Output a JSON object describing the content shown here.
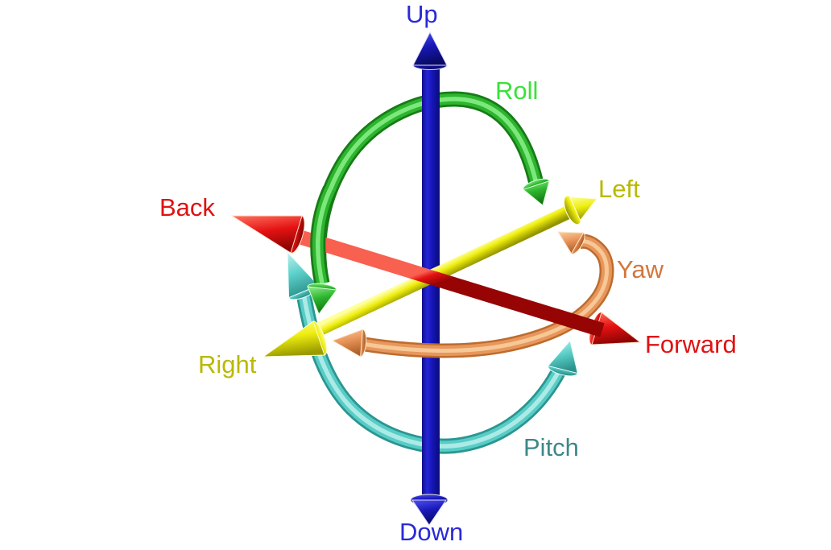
{
  "background_color": "#ffffff",
  "axes": {
    "vertical": {
      "positive_label": "Up",
      "negative_label": "Down",
      "arrow_color": "#1818c0",
      "label_color": "#2a2ad6"
    },
    "longitudinal": {
      "positive_label": "Forward",
      "negative_label": "Back",
      "arrow_color": "#e41212",
      "label_color": "#e01212"
    },
    "lateral": {
      "positive_label": "Left",
      "negative_label": "Right",
      "arrow_color": "#eeee10",
      "label_color": "#b9b900"
    }
  },
  "rotations": {
    "roll": {
      "label": "Roll",
      "arrow_color": "#2eb42e",
      "label_color": "#38e238"
    },
    "yaw": {
      "label": "Yaw",
      "arrow_color": "#e8965c",
      "label_color": "#d2773e"
    },
    "pitch": {
      "label": "Pitch",
      "arrow_color": "#58ccc6",
      "label_color": "#3e8888"
    }
  }
}
